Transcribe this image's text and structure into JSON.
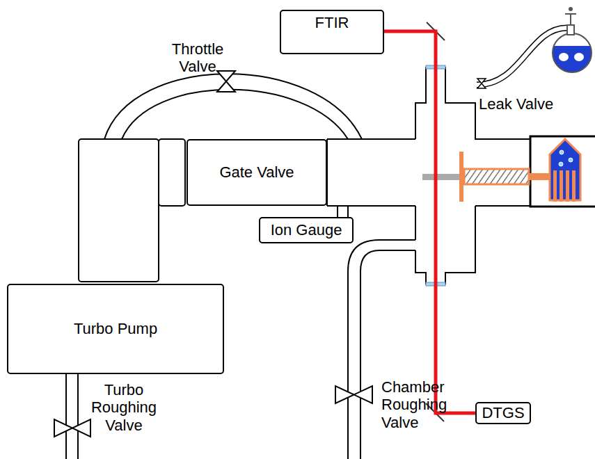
{
  "diagram": {
    "nodes": [
      {
        "text": [
          "FTIR"
        ]
      },
      {
        "text": [
          "Gate Valve"
        ]
      },
      {
        "text": [
          "Ion Gauge"
        ]
      },
      {
        "text": [
          "Turbo Pump"
        ]
      },
      {
        "text": [
          "DTGS"
        ]
      }
    ],
    "edges": [
      {
        "from": 0,
        "to": 4,
        "arrow": "none"
      }
    ],
    "labels": [
      "Throttle Valve",
      "Leak Valve",
      "Turbo Roughing Valve",
      "Chamber Roughing Valve"
    ]
  }
}
